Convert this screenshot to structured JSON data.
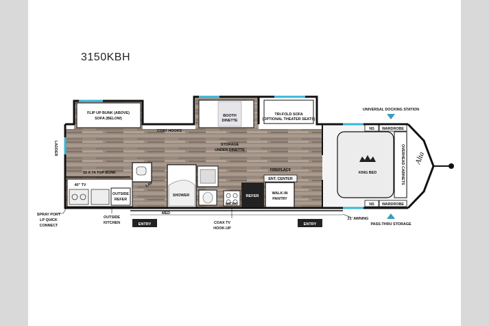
{
  "model": "3150KBH",
  "brand_logo": "Alta",
  "labels": {
    "flip_up_bunk": [
      "FLIP UP BUNK (ABOVE)",
      "SOFA (BELOW)"
    ],
    "booth_dinette": [
      "BOOTH",
      "DINETTE"
    ],
    "tri_fold_sofa": [
      "TRI-FOLD SOFA",
      "(OPTIONAL THEATER SEATS)"
    ],
    "coat_hooks": "COAT HOOKS",
    "storage": [
      "STORAGE",
      "UNDER DINETTE"
    ],
    "ladder": "LADDER",
    "top_bunk": "32 X 74 TOP BUNK",
    "lav": "LAV",
    "shower": "SHOWER",
    "tv": "40\" TV",
    "outside_refer": [
      "OUTSIDE",
      "REFER"
    ],
    "fireplace": "FIREPLACE",
    "ent_center": "ENT. CENTER",
    "refer": "REFER",
    "micro": "MICRO",
    "walk_in_pantry": [
      "WALK-IN",
      "PANTRY"
    ],
    "king_bed": "KING BED",
    "overhead_cabinets": "OVERHEAD CABINETS",
    "ns_top": "NS",
    "wardrobe_top": "WARDROBE",
    "ns_bottom": "NS",
    "wardrobe_bottom": "WARDROBE",
    "universal_docking": "UNIVERSAL DOCKING STATION",
    "pass_thru": "PASS-THRU STORAGE",
    "awning": "21' AWNING",
    "spray_port": "SPRAY PORT",
    "lp_quick": [
      "LP QUICK",
      "CONNECT"
    ],
    "outside_kitchen": [
      "OUTSIDE",
      "KITCHEN"
    ],
    "med": "MED",
    "coax": [
      "COAX TV",
      "HOOK-UP"
    ],
    "entry_left": "ENTRY",
    "entry_right": "ENTRY"
  },
  "colors": {
    "floor": "#9a8a7e",
    "wall": "#111111",
    "window": "#38b6d8",
    "pointer": "#3a9ac0",
    "bed": "#ececec"
  }
}
